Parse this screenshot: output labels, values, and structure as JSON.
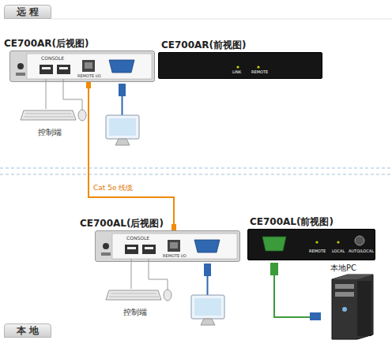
{
  "diagram": {
    "nodes": [
      {
        "text": [
          "远 程"
        ]
      },
      {
        "text": [
          "CE700AR(后视图)"
        ]
      },
      {
        "text": [
          "CE700AR(前视图)"
        ]
      },
      {
        "text": [
          "CE700AL(后视图)"
        ]
      },
      {
        "text": [
          "CE700AL(前视图)"
        ]
      },
      {
        "text": [
          "本 地"
        ]
      }
    ],
    "edges": [
      {
        "from": 1,
        "to": 3,
        "arrow": "none",
        "label": "Cat 5e 线缆"
      }
    ],
    "labels": [
      "CONSOLE",
      "REMOTE I/O",
      "LINK",
      "REMOTE",
      "控制端",
      "CONSOLE",
      "REMOTE I/O",
      "REMOTE",
      "LOCAL",
      "AUTO/LOCAL",
      "控制端",
      "本地PC"
    ]
  }
}
